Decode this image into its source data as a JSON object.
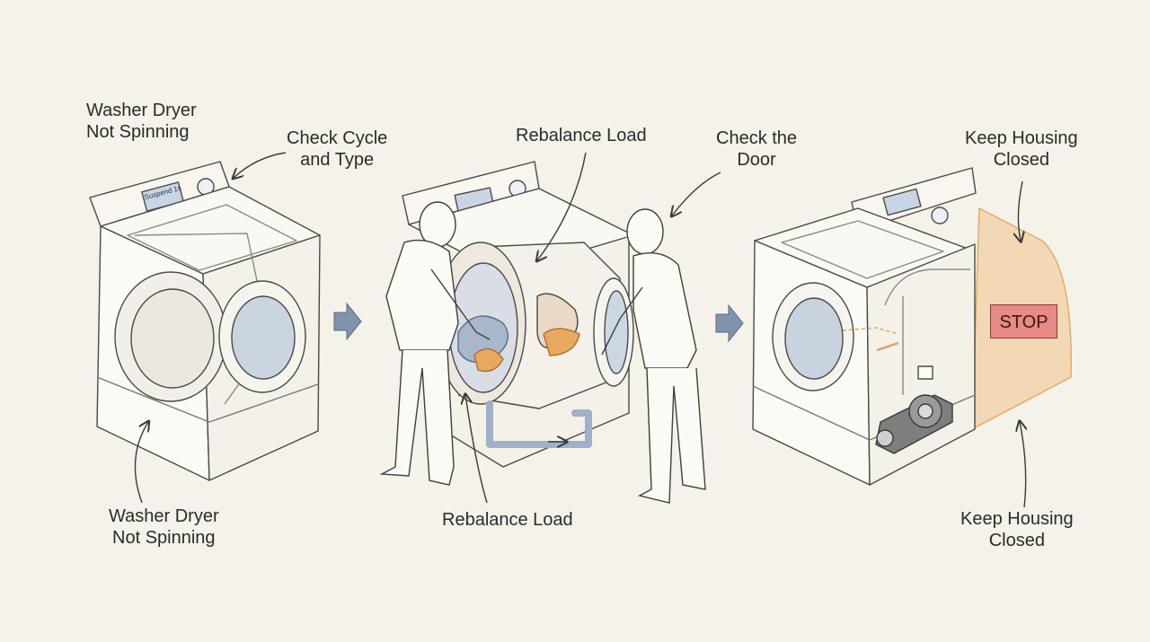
{
  "labels": {
    "panel1_top": [
      "Washer Dryer",
      "Not Spinning"
    ],
    "panel1_cycle": [
      "Check Cycle",
      "and Type"
    ],
    "panel1_bottom": [
      "Washer Dryer",
      "Not Spinning"
    ],
    "panel2_top": [
      "Rebalance Load"
    ],
    "panel2_door": [
      "Check the",
      "Door"
    ],
    "panel2_bottom": [
      "Rebalance Load"
    ],
    "panel3_top": [
      "Keep Housing",
      "Closed"
    ],
    "panel3_bottom": [
      "Keep Housing",
      "Closed"
    ]
  },
  "stop_sign": "STOP",
  "display_text": "Suspend 1s",
  "colors": {
    "background": "#f5f2e9",
    "line": "#3a3a3a",
    "arrow_fill": "#7f93ad",
    "hose": "#9fb0c8",
    "orange": "#e9a860",
    "stop_fill": "#e88a86"
  },
  "icons": [
    "flow-arrow-right",
    "callout-arrow",
    "washer-dryer",
    "person",
    "belt-motor"
  ]
}
